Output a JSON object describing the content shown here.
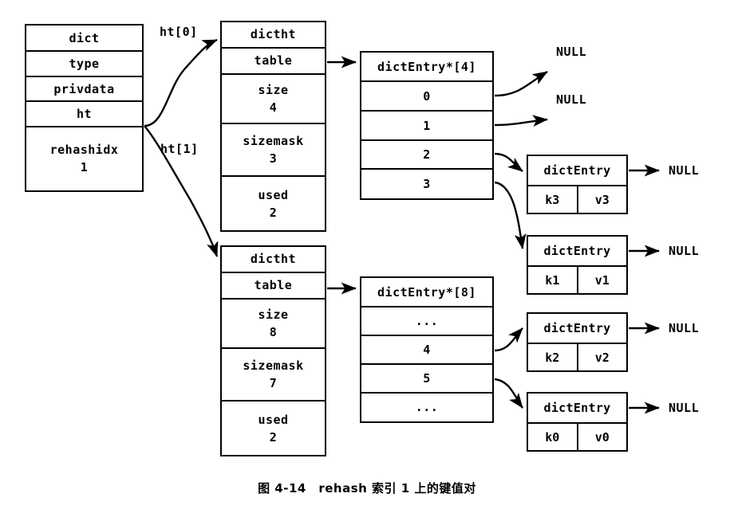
{
  "figure": {
    "caption": "图 4-14　rehash 索引 1 上的键值对",
    "null_label": "NULL"
  },
  "dict": {
    "title": "dict",
    "fields": [
      {
        "name": "type",
        "value": ""
      },
      {
        "name": "privdata",
        "value": ""
      },
      {
        "name": "ht",
        "value": ""
      },
      {
        "name": "rehashidx",
        "value": "1"
      }
    ]
  },
  "pointers": {
    "ht0_label": "ht[0]",
    "ht1_label": "ht[1]"
  },
  "dictht0": {
    "title": "dictht",
    "fields": [
      {
        "name": "table",
        "value": ""
      },
      {
        "name": "size",
        "value": "4"
      },
      {
        "name": "sizemask",
        "value": "3"
      },
      {
        "name": "used",
        "value": "2"
      }
    ]
  },
  "dictht1": {
    "title": "dictht",
    "fields": [
      {
        "name": "table",
        "value": ""
      },
      {
        "name": "size",
        "value": "8"
      },
      {
        "name": "sizemask",
        "value": "7"
      },
      {
        "name": "used",
        "value": "2"
      }
    ]
  },
  "table0": {
    "title": "dictEntry*[4]",
    "slots": [
      "0",
      "1",
      "2",
      "3"
    ]
  },
  "table1": {
    "title": "dictEntry*[8]",
    "slots": [
      "...",
      "4",
      "5",
      "..."
    ]
  },
  "entries": [
    {
      "title": "dictEntry",
      "key": "k3",
      "value": "v3",
      "next": "NULL"
    },
    {
      "title": "dictEntry",
      "key": "k1",
      "value": "v1",
      "next": "NULL"
    },
    {
      "title": "dictEntry",
      "key": "k2",
      "value": "v2",
      "next": "NULL"
    },
    {
      "title": "dictEntry",
      "key": "k0",
      "value": "v0",
      "next": "NULL"
    }
  ],
  "empty_slot_nulls": [
    "NULL",
    "NULL"
  ],
  "colors": {
    "stroke": "#000000",
    "background": "#ffffff"
  }
}
